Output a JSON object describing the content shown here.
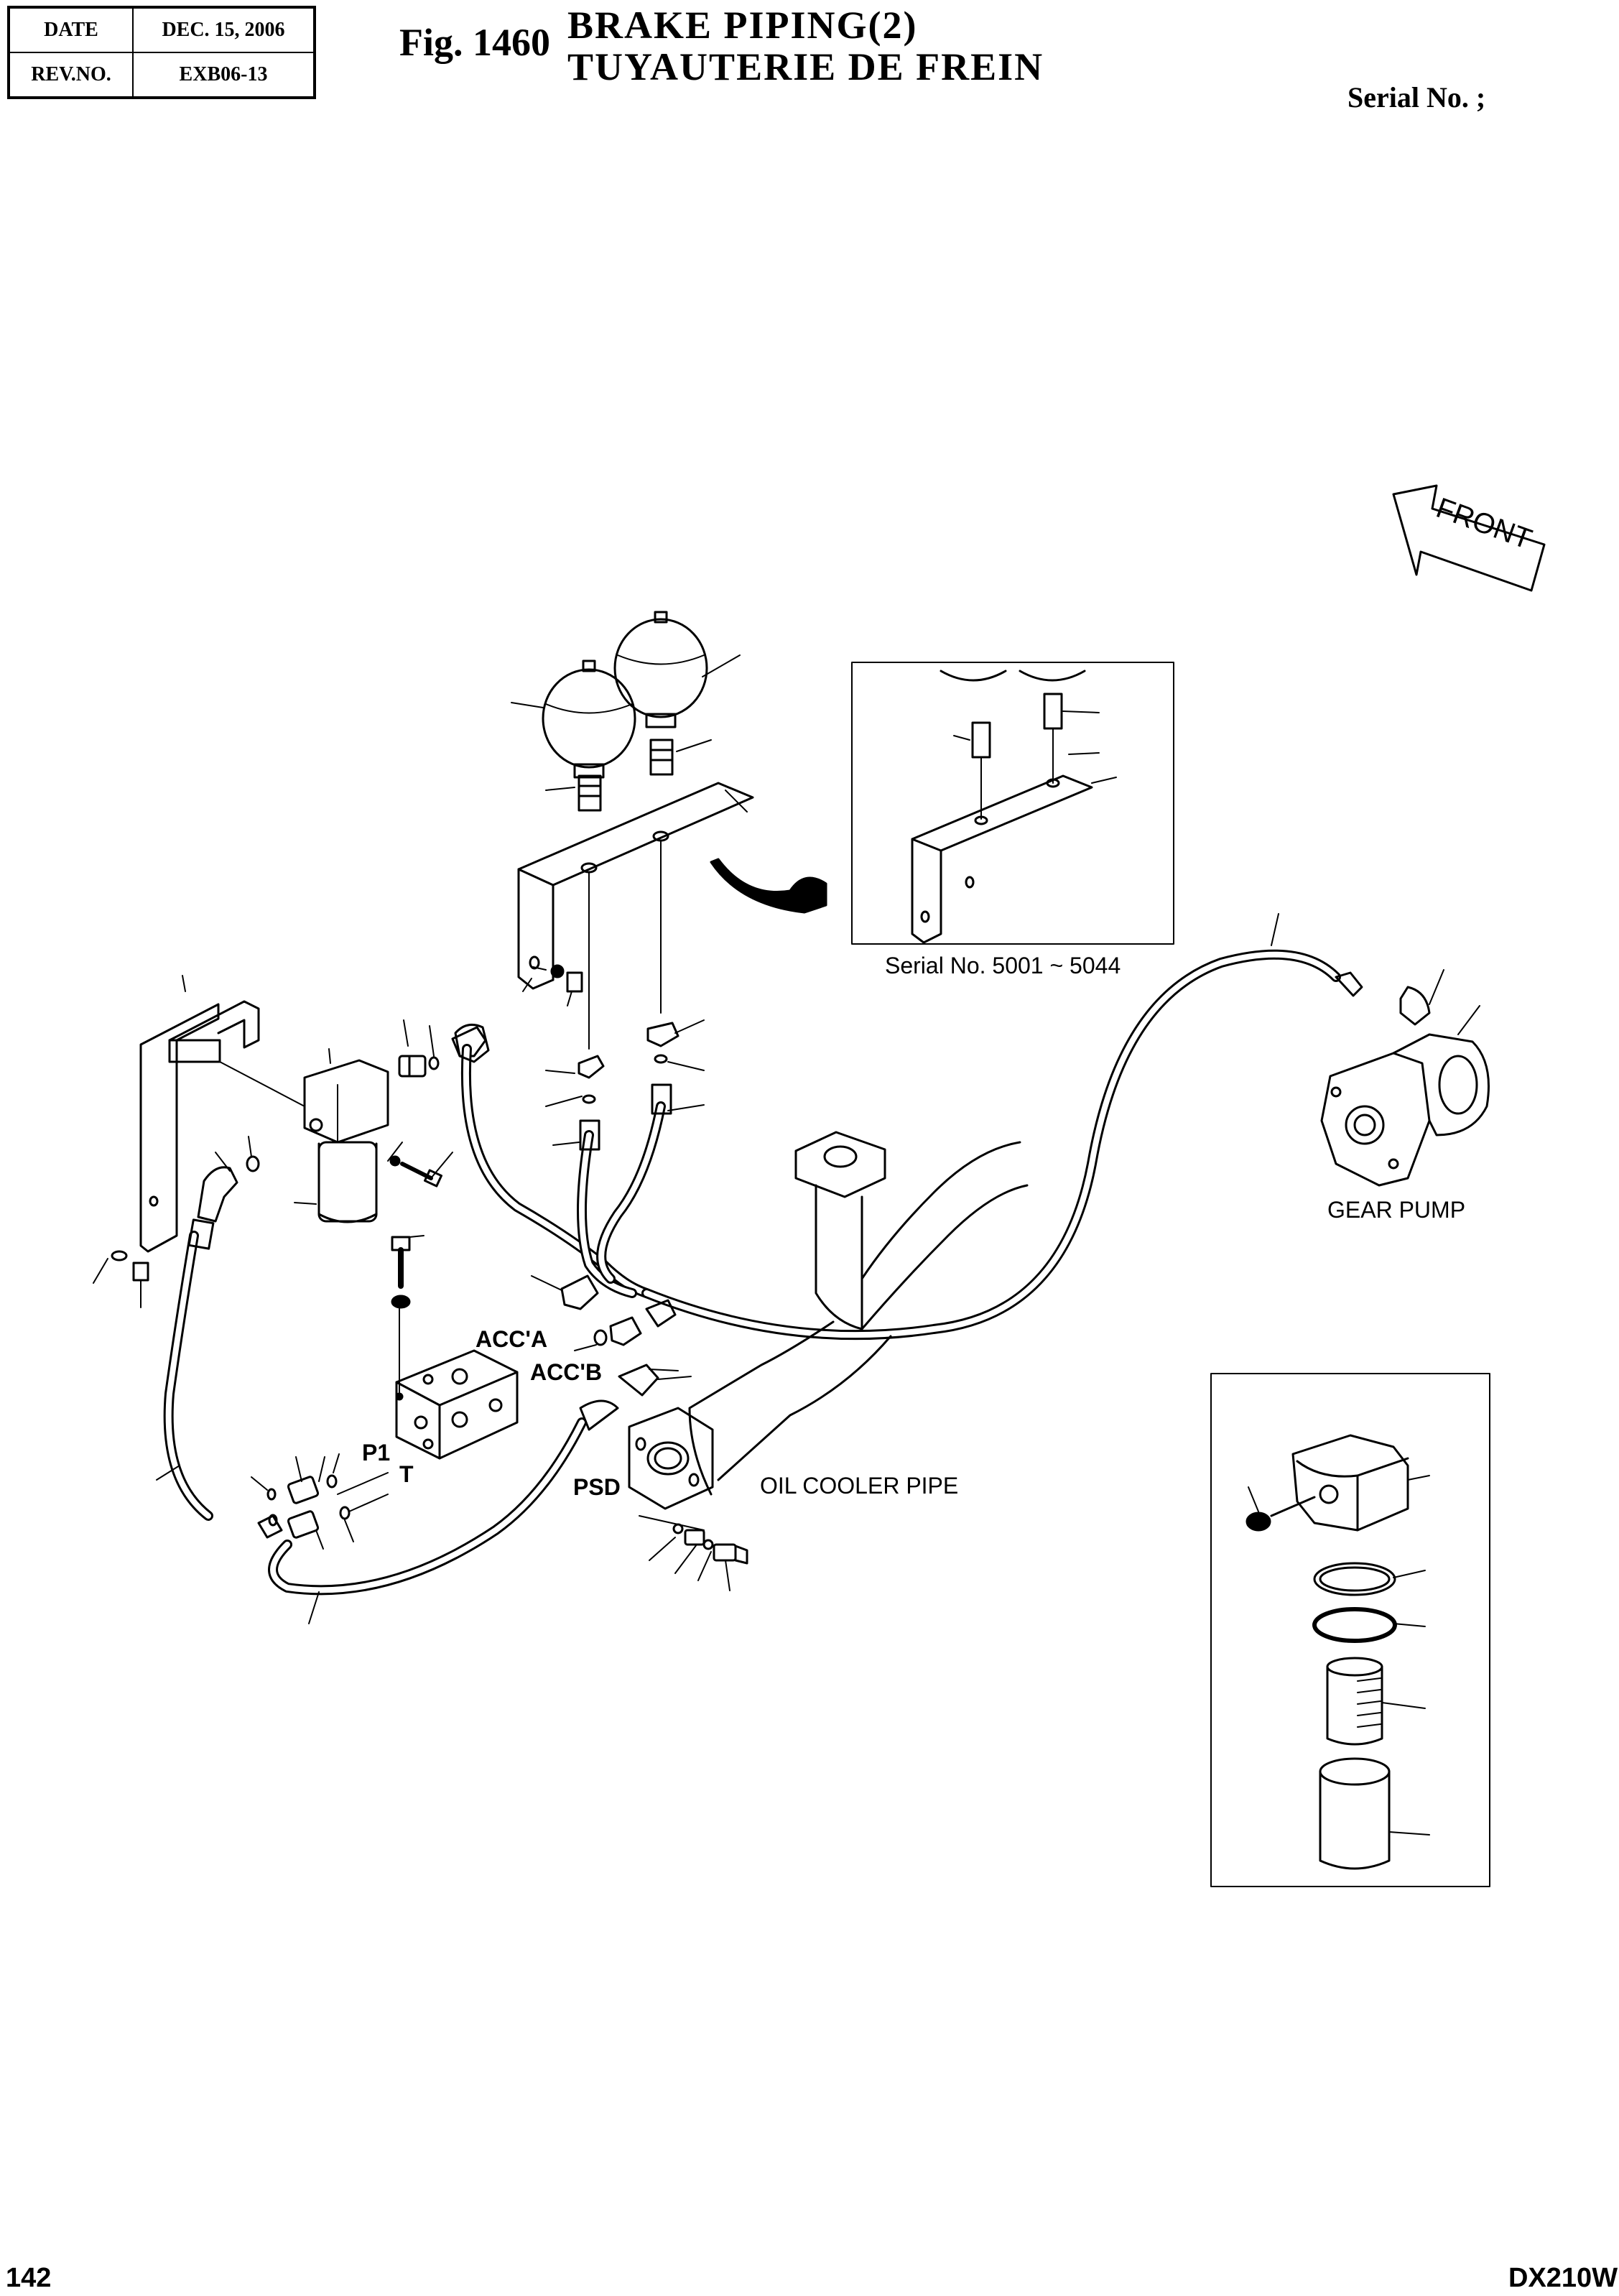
{
  "header": {
    "date_label": "DATE",
    "date_value": "DEC. 15, 2006",
    "rev_label": "REV.NO.",
    "rev_value": "EXB06-13",
    "fig_number": "Fig. 1460",
    "title_en": "BRAKE  PIPING(2)",
    "title_fr": "TUYAUTERIE  DE  FREIN",
    "serial": "Serial No. ;"
  },
  "labels": {
    "front": "FRONT",
    "inset_serial": "Serial No. 5001 ~ 5044",
    "gear_pump": "GEAR PUMP",
    "oil_cooler": "OIL COOLER PIPE",
    "acc_a": "ACC'A",
    "acc_b": "ACC'B",
    "p1": "P1",
    "t": "T",
    "psd": "PSD"
  },
  "footer": {
    "page": "142",
    "model": "DX210W"
  }
}
